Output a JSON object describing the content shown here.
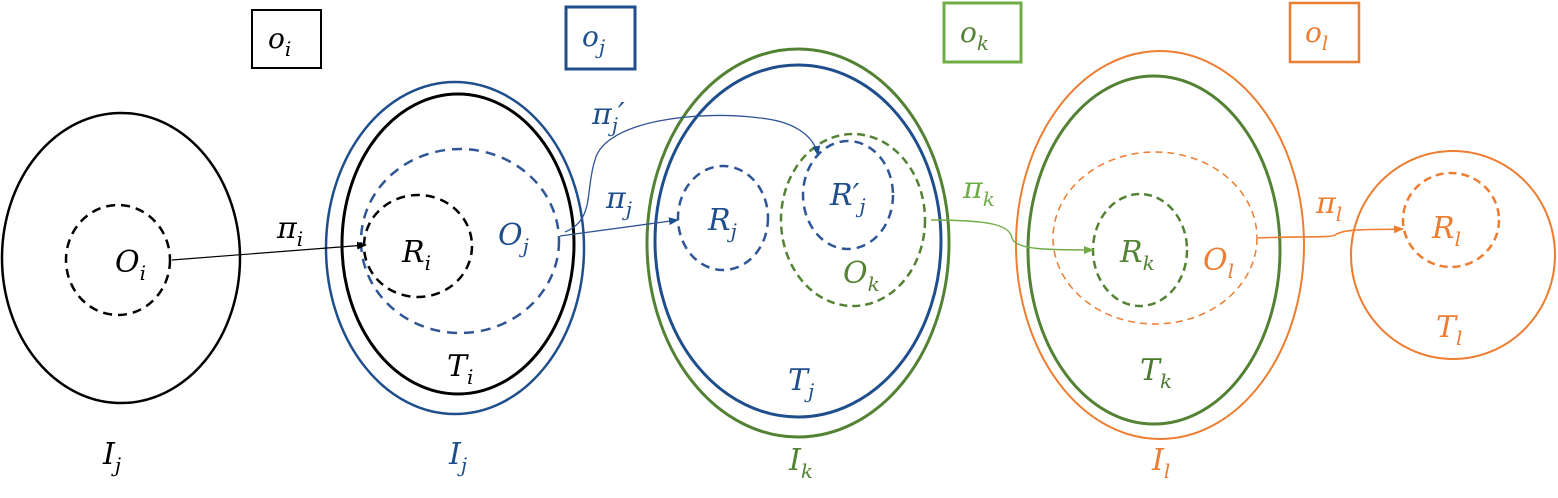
{
  "colors": {
    "black": "#000000",
    "blue": "#1f4e8c",
    "green": "#548235",
    "dgreen": "#4a7a2e",
    "lgreen": "#70ad47",
    "orange": "#ed7d31"
  },
  "boxes": [
    {
      "id": "box-oi",
      "base": "o",
      "sub": "i"
    },
    {
      "id": "box-oj",
      "base": "o",
      "sub": "j"
    },
    {
      "id": "box-ok",
      "base": "o",
      "sub": "k"
    },
    {
      "id": "box-ol",
      "base": "o",
      "sub": "l"
    }
  ],
  "labels": {
    "O_i": {
      "base": "O",
      "sub": "i"
    },
    "R_i": {
      "base": "R",
      "sub": "i"
    },
    "T_i": {
      "base": "T",
      "sub": "i"
    },
    "O_j": {
      "base": "O",
      "sub": "j"
    },
    "R_j": {
      "base": "R",
      "sub": "j"
    },
    "Rp_j": {
      "base": "R′",
      "sub": "j"
    },
    "T_j": {
      "base": "T",
      "sub": "j"
    },
    "O_k": {
      "base": "O",
      "sub": "k"
    },
    "R_k": {
      "base": "R",
      "sub": "k"
    },
    "T_k": {
      "base": "T",
      "sub": "k"
    },
    "O_l": {
      "base": "O",
      "sub": "l"
    },
    "R_l": {
      "base": "R",
      "sub": "l"
    },
    "T_l": {
      "base": "T",
      "sub": "l"
    },
    "I_1": {
      "base": "I",
      "sub": "j"
    },
    "I_2": {
      "base": "I",
      "sub": "j"
    },
    "I_3": {
      "base": "I",
      "sub": "k"
    },
    "I_4": {
      "base": "I",
      "sub": "l"
    },
    "pi_i": {
      "base": "π",
      "sub": "i"
    },
    "pi_j": {
      "base": "π",
      "sub": "j"
    },
    "pi_jp": {
      "base": "π",
      "sub": "j",
      "suffix": "′"
    },
    "pi_k": {
      "base": "π",
      "sub": "k"
    },
    "pi_l": {
      "base": "π",
      "sub": "l"
    }
  }
}
